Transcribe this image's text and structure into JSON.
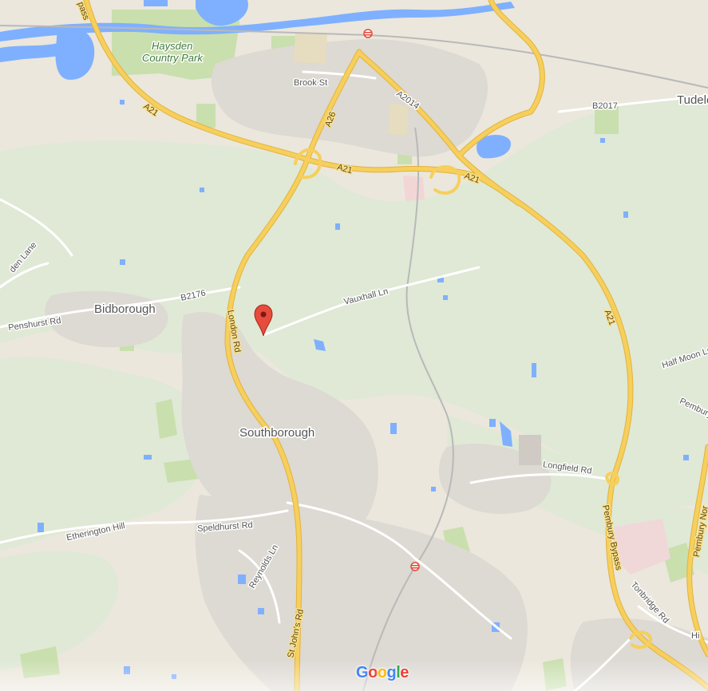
{
  "colors": {
    "land": "#ebe7dc",
    "woodland": "#dfe9d6",
    "park": "#c9dfae",
    "urban": "#ddd9d3",
    "water": "#7fb0ff",
    "major_road": "#f6cf5c",
    "major_road_edge": "#e2b33e",
    "minor_road": "#ffffff",
    "rail": "#b9b9b9",
    "marker": "#e74b3c",
    "marker_dot": "#7a1a12"
  },
  "labels": {
    "haysden": "Haysden",
    "country_park": "Country Park",
    "brook_st": "Brook St",
    "bypass_top": "pass",
    "a21_west": "A21",
    "a26": "A26",
    "a2014": "A2014",
    "b2017": "B2017",
    "tudeley": "Tudele",
    "a21_mid": "A21",
    "a21_east": "A21",
    "a21_bypass": "A21",
    "den_lane": "den Lane",
    "b2176": "B2176",
    "bidborough": "Bidborough",
    "penshurst_rd": "Penshurst Rd",
    "vauxhall_ln": "Vauxhall Ln",
    "london_rd": "London Rd",
    "half_moon_ln": "Half Moon Ln",
    "pembury_w": "Pembury W",
    "southborough": "Southborough",
    "longfield_rd": "Longfield Rd",
    "etherington_hill": "Etherington Hill",
    "speldhurst_rd": "Speldhurst Rd",
    "reynolds_ln": "Reynolds Ln",
    "pembury_bypass": "Pembury Bypass",
    "pembury_n": "Pembury Nor",
    "tonbridge_rd": "Tonbridge Rd",
    "st_johns_rd": "St John's Rd",
    "hi": "Hi"
  },
  "icons": {
    "marker": "map-pin-icon",
    "station": "rail-station-icon"
  },
  "branding": {
    "G": "G",
    "o1": "o",
    "o2": "o",
    "g": "g",
    "l": "l",
    "e": "e",
    "colors": [
      "#4285f4",
      "#ea4335",
      "#fbbc05",
      "#4285f4",
      "#34a853",
      "#ea4335"
    ]
  }
}
